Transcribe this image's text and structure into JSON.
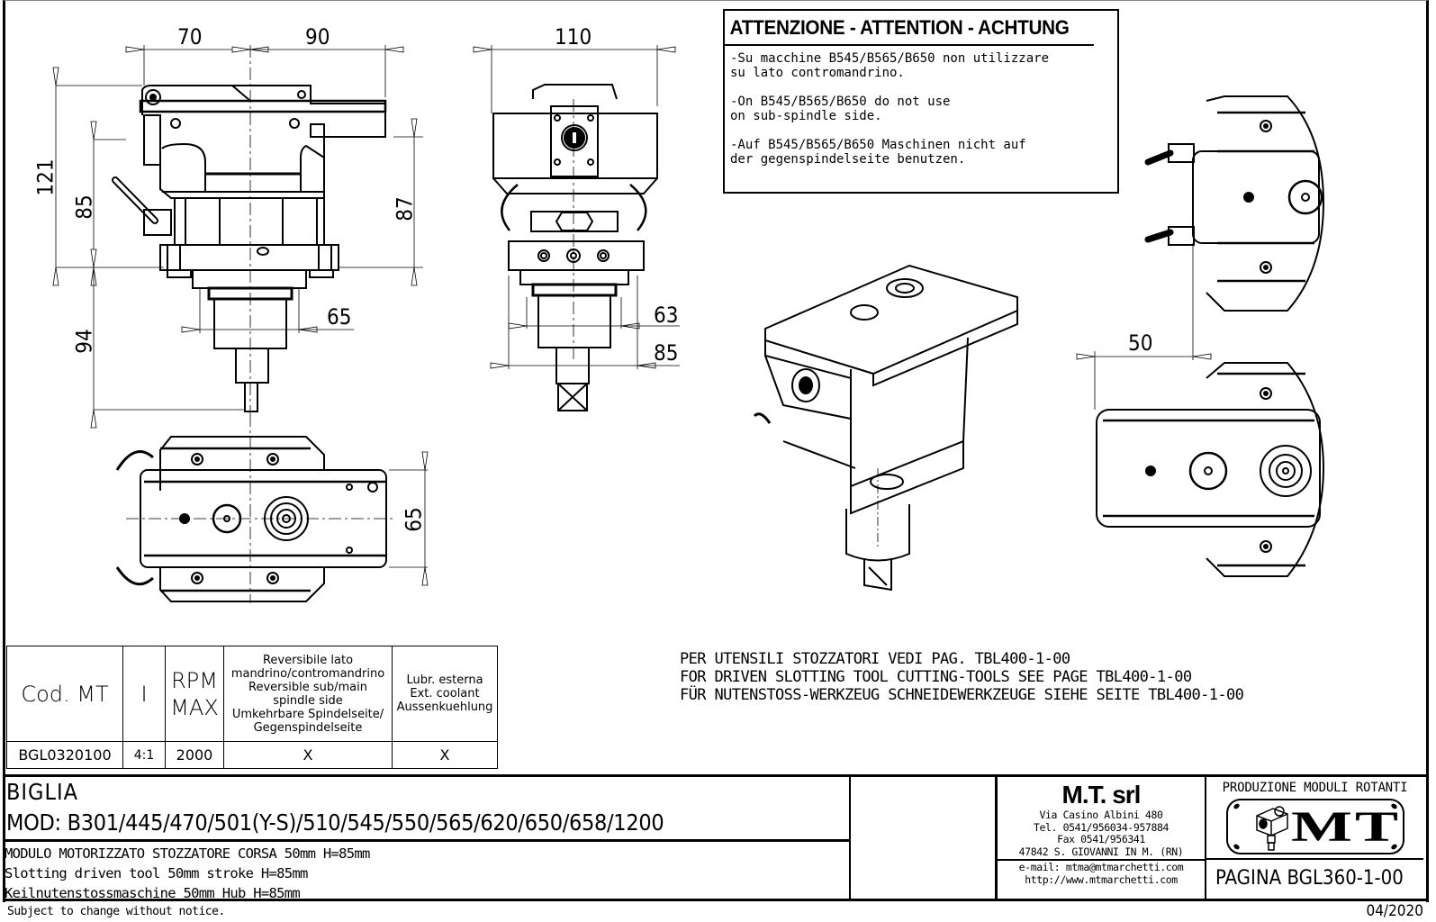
{
  "warning": {
    "title": "ATTENZIONE - ATTENTION - ACHTUNG",
    "paragraphs": [
      "-Su macchine B545/B565/B650 non utilizzare\nsu lato contromandrino.",
      "-On B545/B565/B650 do not use\non sub-spindle side.",
      "-Auf B545/B565/B650 Maschinen nicht auf\nder gegenspindelseite benutzen."
    ]
  },
  "dimensions": {
    "front_view": {
      "width_left": "70",
      "width_right": "90",
      "height_total": "121",
      "height_upper": "85",
      "height_lower": "94",
      "height_right": "87",
      "shank_diameter": "65"
    },
    "side_view": {
      "width": "110",
      "diameter_inner": "63",
      "diameter_outer": "85"
    },
    "top_view": {
      "width": "65"
    },
    "stroke_view": {
      "stroke": "50"
    }
  },
  "spec_table": {
    "headers": {
      "code": "Cod. MT",
      "ratio": "I",
      "rpm_line1": "RPM",
      "rpm_line2": "MAX",
      "reversible": [
        "Reversibile lato",
        "mandrino/contromandrino",
        "Reversible sub/main",
        "spindle side",
        "Umkehrbare Spindelseite/",
        "Gegenspindelseite"
      ],
      "coolant": [
        "Lubr. esterna",
        "Ext. coolant",
        "Aussenkuehlung"
      ]
    },
    "rows": [
      {
        "code": "BGL0320100",
        "ratio": "4:1",
        "rpm": "2000",
        "reversible": "X",
        "coolant": "X"
      }
    ]
  },
  "tool_note": [
    "PER UTENSILI STOZZATORI VEDI PAG. TBL400-1-00",
    "FOR DRIVEN SLOTTING TOOL CUTTING-TOOLS SEE PAGE TBL400-1-00",
    "FÜR NUTENSTOSS-WERKZEUG SCHNEIDEWERKZEUGE SIEHE SEITE TBL400-1-00"
  ],
  "title_block": {
    "brand": "BIGLIA",
    "models": "MOD: B301/445/470/501(Y-S)/510/545/550/565/620/650/658/1200",
    "descriptions": [
      "MODULO MOTORIZZATO STOZZATORE CORSA 50mm H=85mm",
      "Slotting driven tool 50mm stroke H=85mm",
      "Keilnutenstossmaschine 50mm Hub H=85mm"
    ],
    "company": {
      "name": "M.T. srl",
      "address": "Via Casino Albini 480",
      "tel": "Tel. 0541/956034-957884",
      "fax": "Fax 0541/956341",
      "city": "47842 S. GIOVANNI IN M. (RN)",
      "email": "e-mail: mtma@mtmarchetti.com",
      "web": "http://www.mtmarchetti.com"
    },
    "production_label": "PRODUZIONE MODULI ROTANTI",
    "logo_text": "MT",
    "page": "PAGINA BGL360-1-00"
  },
  "footer": {
    "disclaimer": "Subject to change without notice.",
    "date": "04/2020"
  }
}
